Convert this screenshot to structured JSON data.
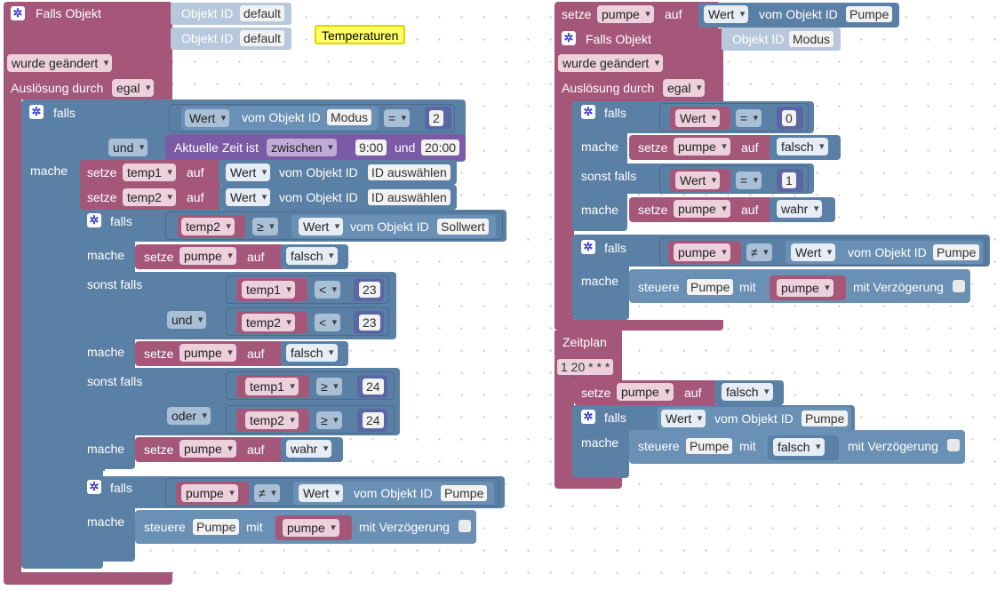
{
  "common": {
    "falls_objekt": "Falls Objekt",
    "objekt_id": "Objekt ID",
    "wurde_geaendert": "wurde geändert",
    "ausloesung_durch": "Auslösung durch",
    "egal": "egal",
    "falls": "falls",
    "mache": "mache",
    "sonst_falls": "sonst falls",
    "setze": "setze",
    "auf": "auf",
    "wert": "Wert",
    "vom_objekt_id": "vom Objekt ID",
    "und": "und",
    "oder": "oder",
    "steuere": "steuere",
    "mit": "mit",
    "mit_verzoegerung": "mit Verzögerung",
    "falsch": "falsch",
    "wahr": "wahr",
    "pumpe": "pumpe",
    "pumpe_obj": "Pumpe",
    "eq": "=",
    "lt": "<",
    "ge": "≥",
    "ne": "≠"
  },
  "left": {
    "trigger_ids": [
      "default",
      "default"
    ],
    "comment": "Temperaturen",
    "cond_obj": "Modus",
    "cond_num": "2",
    "time_label": "Aktuelle Zeit ist",
    "time_mode": "zwischen",
    "time_from": "9:00",
    "time_and": "und",
    "time_to": "20:00",
    "var1": "temp1",
    "var2": "temp2",
    "id_select": "ID auswählen",
    "sollwert": "Sollwert",
    "n23": "23",
    "n24": "24"
  },
  "right": {
    "top_obj": "Pumpe",
    "trigger_id": "Modus",
    "n0": "0",
    "n1": "1",
    "zeitplan": "Zeitplan",
    "cron": "1 20 * * *"
  }
}
